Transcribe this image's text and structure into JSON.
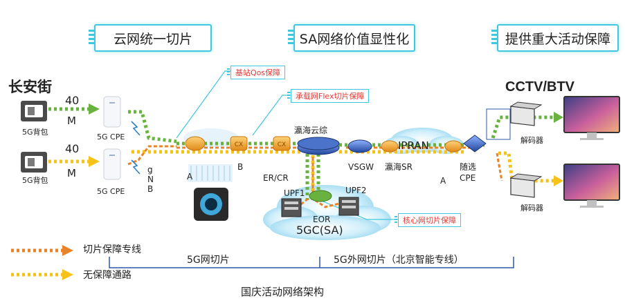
{
  "banners": [
    "云网统一切片",
    "SA网络价值显性化",
    "提供重大活动保障"
  ],
  "location": "长安街",
  "brand": "CCTV/BTV",
  "callouts": {
    "qos": "基站Qos保障",
    "flex": "承载网Flex切片保障",
    "core": "核心网切片保障"
  },
  "devices": {
    "backpack": "5G背包",
    "cpe": "5G CPE",
    "rate_value": "40",
    "rate_unit": "M",
    "gnb_g": "g",
    "gnb_n": "N",
    "gnb_b": "B",
    "site_a": "A",
    "site_b": "B",
    "ercr": "ER/CR",
    "haihai_cloud": "瀛海云综",
    "vsgw": "VSGW",
    "haihai_sr": "瀛海SR",
    "ipran": "IPRAN",
    "site_a2": "A",
    "suixuan": "随选",
    "cpe_short": "CPE",
    "upf1": "UPF1",
    "upf2": "UPF2",
    "eor": "EOR",
    "core": "5GC(SA)",
    "decoder": "解码器"
  },
  "legend": {
    "slice_line": "切片保障专线",
    "no_guarantee": "无保障通路"
  },
  "segments": {
    "left": "5G网切片",
    "right": "5G外网切片（北京智能专线）"
  },
  "footer": "国庆活动网络架构",
  "colors": {
    "green": "#6ab23f",
    "orange": "#e8832a",
    "yellow": "#f6c21a",
    "cyan": "#3fc7df",
    "red": "#e53935",
    "blue": "#2f56a8"
  }
}
